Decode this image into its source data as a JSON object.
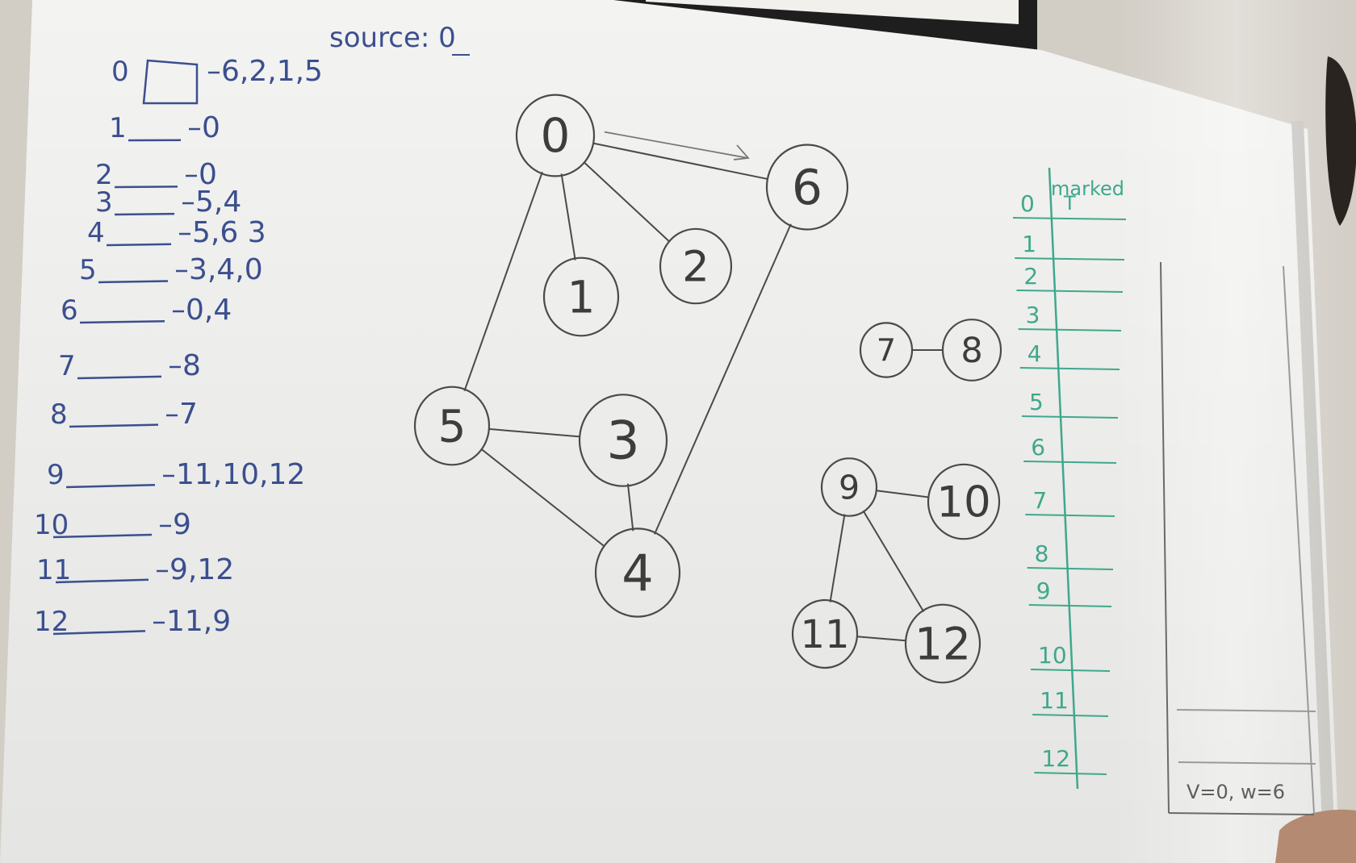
{
  "source_label": "source: 0",
  "adjacency_list": [
    {
      "index": "0",
      "neighbors": "6,2,1,5"
    },
    {
      "index": "1",
      "neighbors": "0"
    },
    {
      "index": "2",
      "neighbors": "0"
    },
    {
      "index": "3",
      "neighbors": "5,4"
    },
    {
      "index": "4",
      "neighbors": "5,6 3"
    },
    {
      "index": "5",
      "neighbors": "3,4,0"
    },
    {
      "index": "6",
      "neighbors": "0,4"
    },
    {
      "index": "7",
      "neighbors": "8"
    },
    {
      "index": "8",
      "neighbors": "7"
    },
    {
      "index": "9",
      "neighbors": "11,10,12"
    },
    {
      "index": "10",
      "neighbors": "9"
    },
    {
      "index": "11",
      "neighbors": "9,12"
    },
    {
      "index": "12",
      "neighbors": "11,9"
    }
  ],
  "graph": {
    "nodes": [
      "0",
      "1",
      "2",
      "3",
      "4",
      "5",
      "6",
      "7",
      "8",
      "9",
      "10",
      "11",
      "12"
    ],
    "edges": [
      [
        "0",
        "6"
      ],
      [
        "0",
        "1"
      ],
      [
        "0",
        "2"
      ],
      [
        "0",
        "5"
      ],
      [
        "5",
        "3"
      ],
      [
        "5",
        "4"
      ],
      [
        "3",
        "4"
      ],
      [
        "6",
        "4"
      ],
      [
        "7",
        "8"
      ],
      [
        "9",
        "10"
      ],
      [
        "9",
        "11"
      ],
      [
        "9",
        "12"
      ],
      [
        "11",
        "12"
      ]
    ],
    "arrow": {
      "from": "0",
      "to": "6"
    }
  },
  "marked_table": {
    "header": "marked",
    "rows": [
      "0",
      "1",
      "2",
      "3",
      "4",
      "5",
      "6",
      "7",
      "8",
      "9",
      "10",
      "11",
      "12"
    ],
    "values": [
      "T",
      "",
      "",
      "",
      "",
      "",
      "",
      "",
      "",
      "",
      "",
      "",
      ""
    ]
  },
  "stack_frame": "V=0, w=6"
}
